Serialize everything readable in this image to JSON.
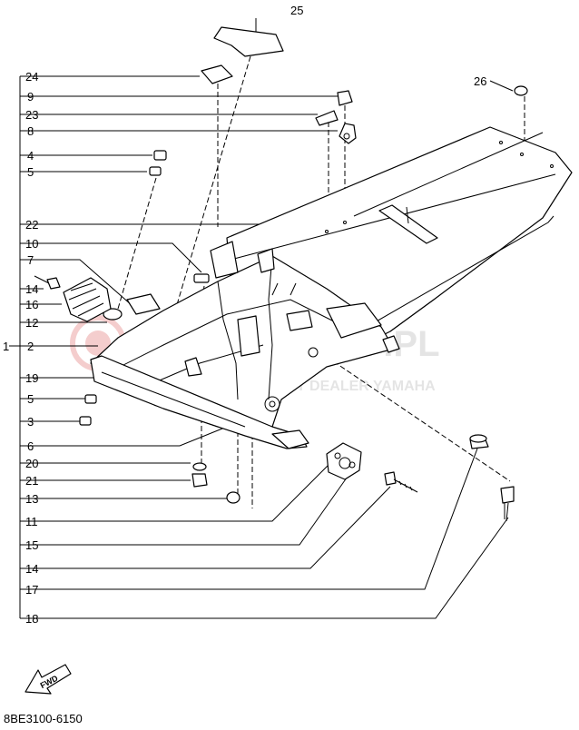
{
  "diagram": {
    "callouts": {
      "c1": "1",
      "c2": "2",
      "c3": "3",
      "c4": "4",
      "c5a": "5",
      "c5b": "5",
      "c6": "6",
      "c7": "7",
      "c8": "8",
      "c9": "9",
      "c10": "10",
      "c11": "11",
      "c12": "12",
      "c13": "13",
      "c14a": "14",
      "c14b": "14",
      "c15": "15",
      "c16": "16",
      "c17": "17",
      "c18": "18",
      "c19": "19",
      "c20": "20",
      "c21": "21",
      "c22": "22",
      "c23": "23",
      "c24": "24",
      "c25": "25",
      "c26": "26"
    },
    "fwd_label": "FWD",
    "part_number": "8BE3100-6150",
    "watermark": {
      "title": "YAMASHOP.PL",
      "subtitle": "AUTORYZOWANY DEALER YAMAHA"
    }
  }
}
